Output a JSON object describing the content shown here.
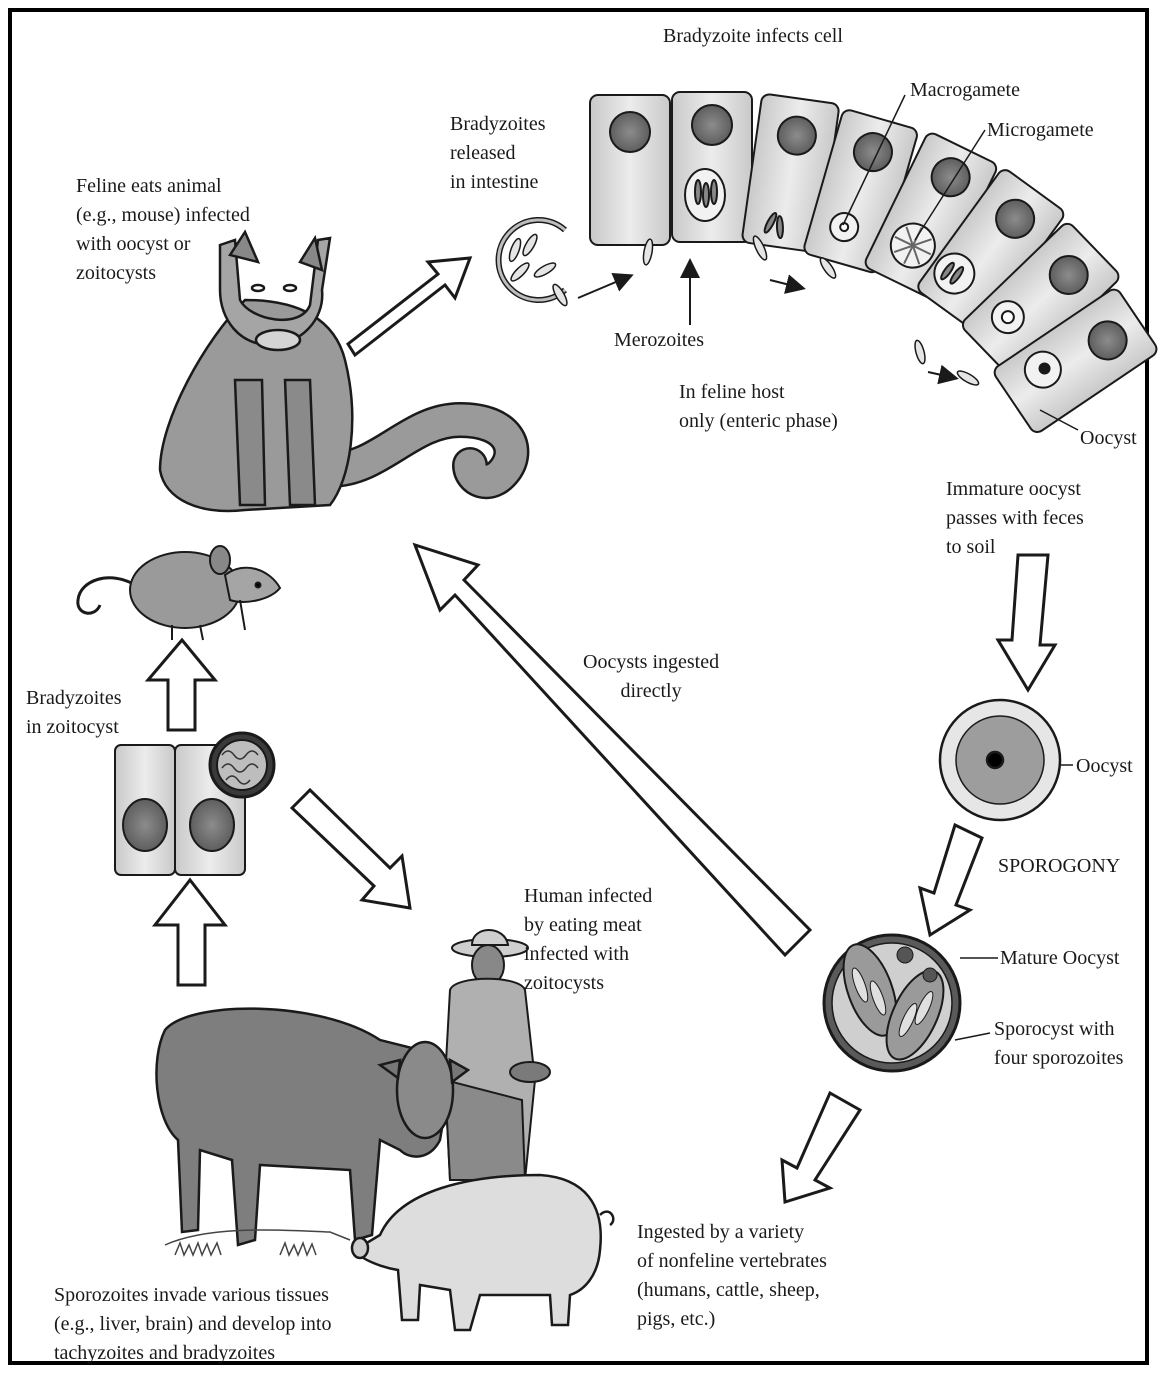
{
  "labels": {
    "bradyzoite_infects_cell": "Bradyzoite infects cell",
    "macrogamete": "Macrogamete",
    "microgamete": "Microgamete",
    "bradyzoites_released": [
      "Bradyzoites",
      "released",
      "in intestine"
    ],
    "feline_eats": [
      "Feline eats animal",
      "(e.g., mouse) infected",
      "with oocyst or",
      "zoitocysts"
    ],
    "merozoites": "Merozoites",
    "feline_host_only": [
      "In feline host",
      "only (enteric phase)"
    ],
    "oocyst_top": "Oocyst",
    "immature_oocyst": [
      "Immature oocyst",
      "passes with feces",
      "to soil"
    ],
    "oocysts_ingested_directly": [
      "Oocysts ingested",
      "directly"
    ],
    "bradyzoites_in_zoitocyst": [
      "Bradyzoites",
      "in zoitocyst"
    ],
    "oocyst_mid": "Oocyst",
    "sporogony": "SPOROGONY",
    "human_infected": [
      "Human infected",
      "by eating meat",
      "infected with",
      "zoitocysts"
    ],
    "mature_oocyst": "Mature Oocyst",
    "sporocyst": [
      "Sporocyst with",
      "four sporozoites"
    ],
    "ingested_by_variety": [
      "Ingested by a variety",
      "of nonfeline vertebrates",
      "(humans, cattle, sheep,",
      "pigs, etc.)"
    ],
    "sporozoites_invade": [
      "Sporozoites invade various tissues",
      "(e.g., liver, brain) and develop into",
      "tachyzoites and bradyzoites"
    ]
  },
  "colors": {
    "cell_fill": "#d9d9d9",
    "nucleus_fill": "#7a7a7a",
    "outline": "#1a1a1a",
    "animal_fill": "#9a9a9a"
  }
}
